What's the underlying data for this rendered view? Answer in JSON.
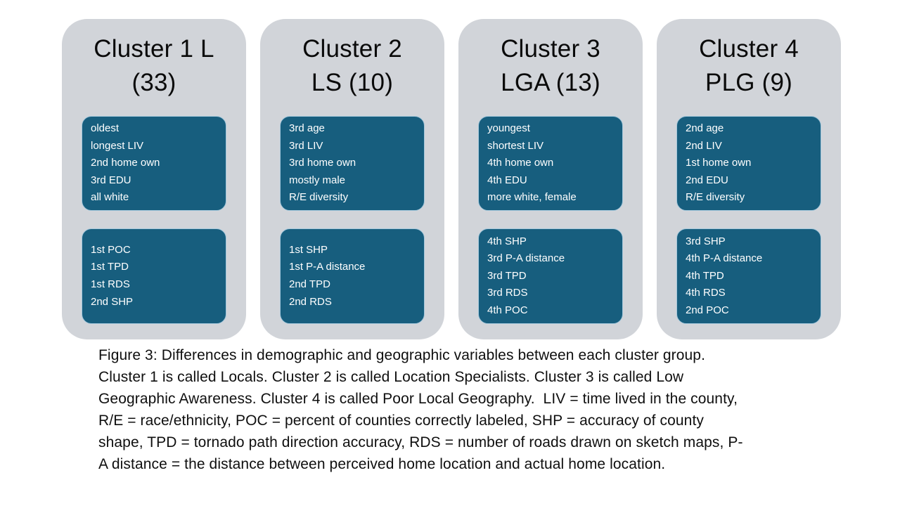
{
  "colors": {
    "panel_bg": "#d1d4d9",
    "stat_box_bg": "#175e7e",
    "stat_box_border": "#a5c8dc",
    "stat_box_text": "#ffffff",
    "title_text": "#0a0a0a",
    "caption_text": "#0f0f0f",
    "page_bg": "#ffffff"
  },
  "panels": [
    {
      "title_line1": "Cluster 1 L",
      "title_line2": "(33)",
      "box1": [
        "oldest",
        "longest LIV",
        "2nd home own",
        "3rd EDU",
        "all white"
      ],
      "box2": [
        "1st POC",
        "1st TPD",
        "1st RDS",
        "2nd SHP"
      ]
    },
    {
      "title_line1": "Cluster 2",
      "title_line2": "LS (10)",
      "box1": [
        "3rd age",
        "3rd LIV",
        "3rd home own",
        "mostly male",
        "R/E diversity"
      ],
      "box2": [
        "1st SHP",
        "1st P-A distance",
        "2nd TPD",
        "2nd RDS"
      ]
    },
    {
      "title_line1": "Cluster 3",
      "title_line2": "LGA (13)",
      "box1": [
        "youngest",
        "shortest LIV",
        "4th home own",
        "4th EDU",
        "more white, female"
      ],
      "box2": [
        "4th SHP",
        "3rd P-A distance",
        "3rd TPD",
        "3rd RDS",
        "4th POC"
      ]
    },
    {
      "title_line1": "Cluster 4",
      "title_line2": "PLG (9)",
      "box1": [
        "2nd age",
        "2nd LIV",
        "1st home own",
        "2nd EDU",
        "R/E diversity"
      ],
      "box2": [
        "3rd SHP",
        "4th P-A distance",
        "4th TPD",
        "4th RDS",
        "2nd POC"
      ]
    }
  ],
  "caption": {
    "lines": [
      "Figure 3: Differences in demographic and geographic variables between each cluster group.",
      "Cluster 1 is called Locals. Cluster 2 is called Location Specialists. Cluster 3 is called Low",
      "Geographic Awareness. Cluster 4 is called Poor Local Geography.  LIV = time lived in the county,",
      "R/E = race/ethnicity, POC = percent of counties correctly labeled, SHP = accuracy of county",
      "shape, TPD = tornado path direction accuracy, RDS = number of roads drawn on sketch maps, P-",
      "A distance = the distance between perceived home location and actual home location."
    ]
  }
}
